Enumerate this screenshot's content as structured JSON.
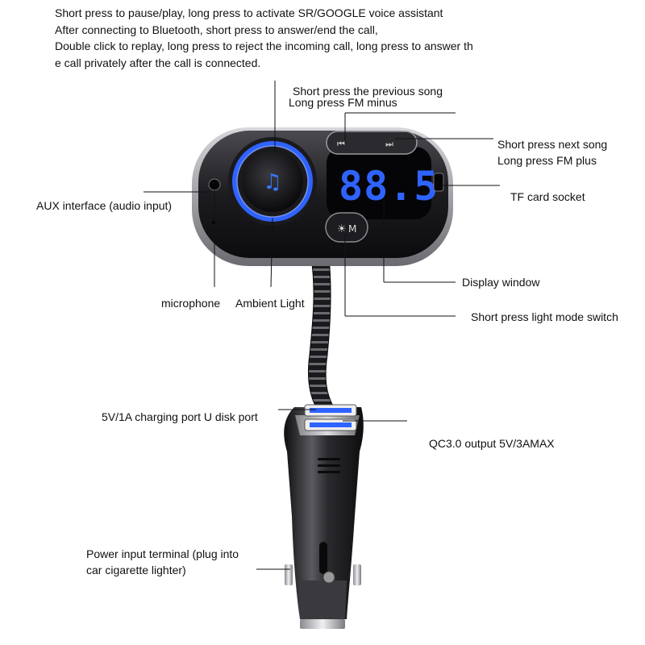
{
  "instructions": [
    "Short press to pause/play, long press to activate SR/GOOGLE voice assistant",
    "After connecting to Bluetooth, short press to answer/end the call,",
    "Double click to replay, long press to reject the incoming call, long press to answer th",
    "e call privately after the call is connected."
  ],
  "labels": {
    "prev_song": "Short press the previous song",
    "fm_minus": "Long press FM minus",
    "next_song": "Short press next song",
    "fm_plus": "Long press FM plus",
    "tf_card": "TF card socket",
    "aux": "AUX interface (audio input)",
    "display": "Display window",
    "microphone": "microphone",
    "ambient_light": "Ambient Light",
    "light_mode": "Short press light mode switch",
    "usb_charging": "5V/1A charging port U disk port",
    "qc_output": "QC3.0 output 5V/3AMAX",
    "power_input_line1": "Power input terminal (plug into",
    "power_input_line2": "car cigarette lighter)"
  },
  "device": {
    "display_value": "88.5",
    "mode_button": "M",
    "accent_color": "#2f63ff",
    "body_color": "#2a2a2e"
  }
}
